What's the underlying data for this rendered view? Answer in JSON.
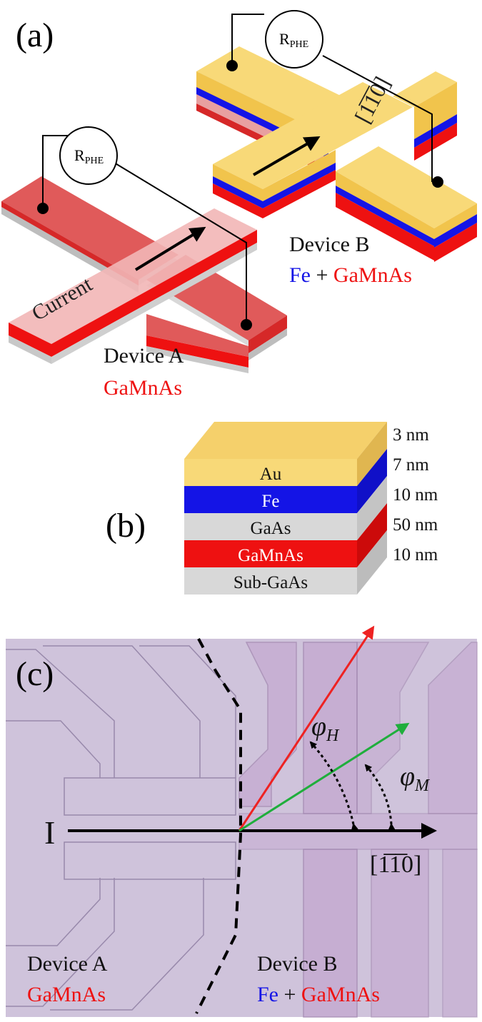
{
  "panel_a": {
    "label": "(a)",
    "meter_label_main": "R",
    "meter_label_sub": "PHE",
    "current_label": "Current",
    "direction_label": "[1̅1̅0]",
    "device_a": {
      "name": "Device A",
      "material": "GaMnAs"
    },
    "device_b": {
      "name": "Device B",
      "material_fe": "Fe",
      "plus": " + ",
      "material_gamnas": "GaMnAs"
    }
  },
  "panel_b": {
    "label": "(b)",
    "layers": [
      {
        "name": "Au",
        "thickness": "3 nm",
        "color": "#f8d978"
      },
      {
        "name": "Fe",
        "thickness": "7 nm",
        "color": "#1414e6"
      },
      {
        "name": "GaAs",
        "thickness": "10 nm",
        "color": "#d8d8d8"
      },
      {
        "name": "GaMnAs",
        "thickness": "50 nm",
        "color": "#ee1111"
      },
      {
        "name": "Sub-GaAs",
        "thickness": "10 nm",
        "color": "#d8d8d8"
      }
    ]
  },
  "panel_c": {
    "label": "(c)",
    "current_label": "I",
    "direction_label": "[1̅1̅0]",
    "phi_h": "φ",
    "phi_h_sub": "H",
    "phi_m": "φ",
    "phi_m_sub": "M",
    "device_a": {
      "name": "Device A",
      "material": "GaMnAs"
    },
    "device_b": {
      "name": "Device B",
      "material_fe": "Fe",
      "plus": " + ",
      "material_gamnas": "GaMnAs"
    }
  },
  "colors": {
    "gamnas_red": "#ee1111",
    "fe_blue": "#1414e6",
    "au_gold": "#f8d978",
    "field_red": "#ee2222",
    "magnetization_green": "#1fae3c",
    "micrograph_bg": "#cfc3db"
  }
}
